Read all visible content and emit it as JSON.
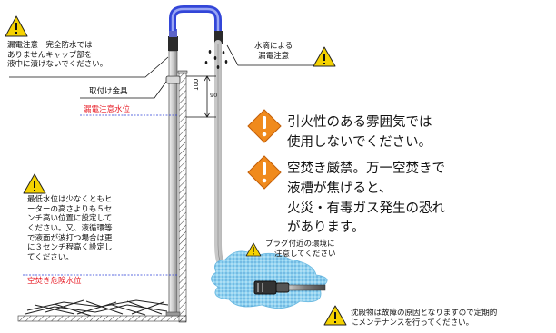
{
  "labels": {
    "leak_caution": [
      "漏電注意　完全防水では",
      "ありませんキャップ部を",
      "液中に漬けないでください。"
    ],
    "water_drop_leak": [
      "水滴による",
      "漏電注意"
    ],
    "mounting_bracket": "取付け金具",
    "leak_caution_level": "漏電注意水位",
    "dimension_100": "100",
    "dimension_90": "90",
    "min_water_level": [
      "最低水位は少なくともヒ",
      "ーターの高さよりも５セ",
      "ンチ高い位置に設定して",
      "ください。又、液循環等",
      "で液面が波打つ場合は更",
      "に３センチ程高く設定し",
      "てください。"
    ],
    "empty_heating_danger_level": "空焚き危険水位",
    "plug_environment": [
      "プラグ付近の環境に",
      "注意してください"
    ],
    "sediment_maintenance": [
      "沈殿物は故障の原因となりますので定期的",
      "にメンテナンスを行ってください。"
    ],
    "warning_flammable": [
      "引火性のある雰囲気では",
      "使用しないでください。"
    ],
    "warning_no_empty_heating": [
      "空焚き厳禁。万一空焚きで",
      "液槽が焦げると、",
      "火災・有毒ガス発生の恐れ",
      "があります。"
    ]
  },
  "colors": {
    "caution_yellow": "#f5d200",
    "warning_orange": "#f08a1c",
    "cable_blue": "#3b4fd6",
    "water_blue": "#8fd2f0",
    "level_line_blue": "#2a3dd6",
    "text_red": "#e8202a"
  }
}
